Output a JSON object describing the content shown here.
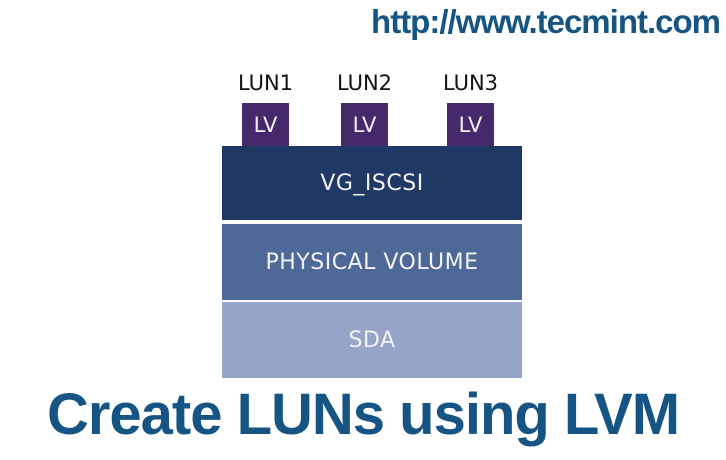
{
  "branding": {
    "url": "http://www.tecmint.com"
  },
  "title": "Create LUNs using LVM",
  "diagram": {
    "luns": [
      {
        "label": "LUN1",
        "lv": "LV"
      },
      {
        "label": "LUN2",
        "lv": "LV"
      },
      {
        "label": "LUN3",
        "lv": "LV"
      }
    ],
    "layers": [
      {
        "label": "VG_ISCSI",
        "color": "#1F3864"
      },
      {
        "label": "PHYSICAL VOLUME",
        "color": "#4E6998"
      },
      {
        "label": "SDA",
        "color": "#96A4C8"
      }
    ],
    "lv_color": "#45296B"
  },
  "colors": {
    "accent_text": "#165583",
    "lun_label_text": "#111111",
    "layer_label_text": "#F2F2F5",
    "background": "#FFFFFF"
  }
}
